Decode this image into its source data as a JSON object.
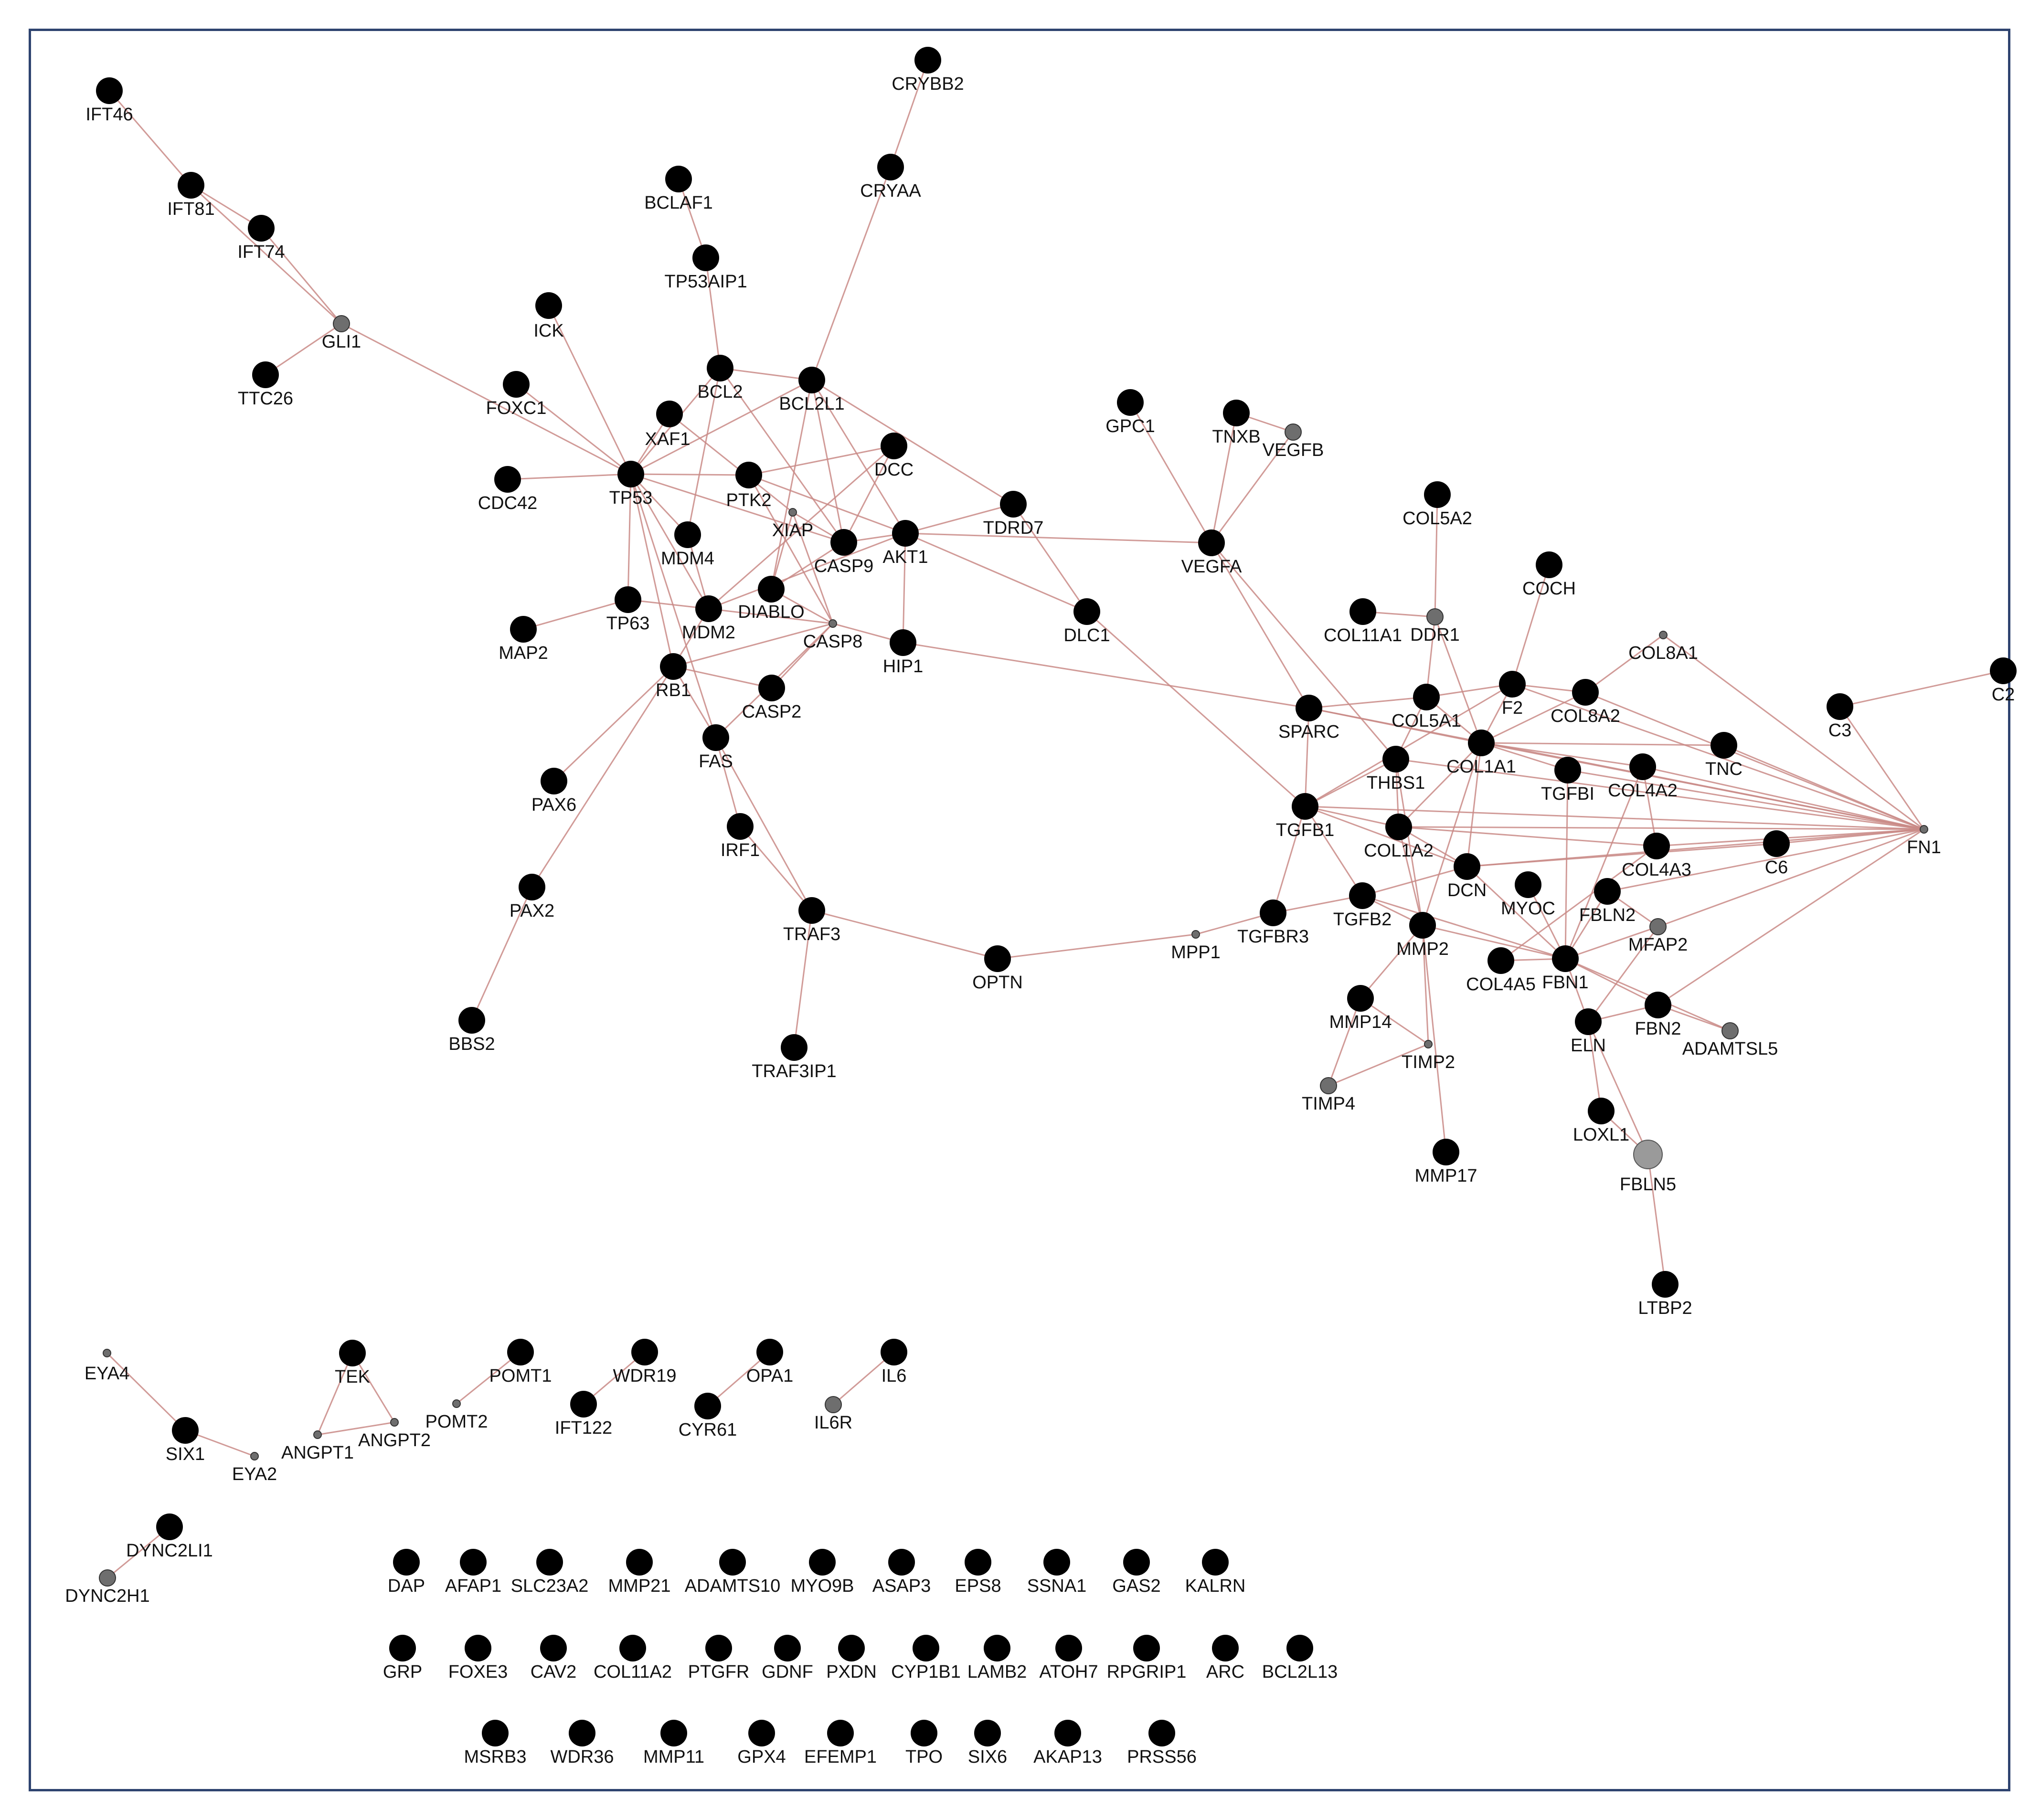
{
  "figure": {
    "type": "gene interaction network",
    "edge_color": "#c98a86",
    "node_color": "#000000",
    "small_node_color": "#6e6e6e",
    "frame_color": "#2f4470"
  },
  "nodes": [
    {
      "id": "IFT46",
      "label": "IFT46"
    },
    {
      "id": "IFT81",
      "label": "IFT81"
    },
    {
      "id": "IFT74",
      "label": "IFT74"
    },
    {
      "id": "GLI1",
      "label": "GLI1",
      "style": "small"
    },
    {
      "id": "TTC26",
      "label": "TTC26"
    },
    {
      "id": "ICK",
      "label": "ICK"
    },
    {
      "id": "FOXC1",
      "label": "FOXC1"
    },
    {
      "id": "CDC42",
      "label": "CDC42"
    },
    {
      "id": "TP53",
      "label": "TP53"
    },
    {
      "id": "XAF1",
      "label": "XAF1"
    },
    {
      "id": "BCL2",
      "label": "BCL2"
    },
    {
      "id": "BCL2L1",
      "label": "BCL2L1"
    },
    {
      "id": "BCLAF1",
      "label": "BCLAF1"
    },
    {
      "id": "TP53AIP1",
      "label": "TP53AIP1"
    },
    {
      "id": "CRYBB2",
      "label": "CRYBB2"
    },
    {
      "id": "CRYAA",
      "label": "CRYAA"
    },
    {
      "id": "PTK2",
      "label": "PTK2"
    },
    {
      "id": "XIAP",
      "label": "XIAP",
      "style": "tiny"
    },
    {
      "id": "DCC",
      "label": "DCC"
    },
    {
      "id": "MDM4",
      "label": "MDM4"
    },
    {
      "id": "CASP9",
      "label": "CASP9"
    },
    {
      "id": "AKT1",
      "label": "AKT1"
    },
    {
      "id": "TDRD7",
      "label": "TDRD7"
    },
    {
      "id": "DIABLO",
      "label": "DIABLO"
    },
    {
      "id": "TP63",
      "label": "TP63"
    },
    {
      "id": "MDM2",
      "label": "MDM2"
    },
    {
      "id": "CASP8",
      "label": "CASP8",
      "style": "tiny"
    },
    {
      "id": "HIP1",
      "label": "HIP1"
    },
    {
      "id": "MAP2",
      "label": "MAP2"
    },
    {
      "id": "RB1",
      "label": "RB1"
    },
    {
      "id": "CASP2",
      "label": "CASP2"
    },
    {
      "id": "FAS",
      "label": "FAS"
    },
    {
      "id": "DLC1",
      "label": "DLC1"
    },
    {
      "id": "PAX6",
      "label": "PAX6"
    },
    {
      "id": "IRF1",
      "label": "IRF1"
    },
    {
      "id": "PAX2",
      "label": "PAX2"
    },
    {
      "id": "TRAF3",
      "label": "TRAF3"
    },
    {
      "id": "OPTN",
      "label": "OPTN"
    },
    {
      "id": "MPP1",
      "label": "MPP1",
      "style": "tiny"
    },
    {
      "id": "BBS2",
      "label": "BBS2"
    },
    {
      "id": "TRAF3IP1",
      "label": "TRAF3IP1"
    },
    {
      "id": "GPC1",
      "label": "GPC1"
    },
    {
      "id": "TNXB",
      "label": "TNXB"
    },
    {
      "id": "VEGFB",
      "label": "VEGFB",
      "style": "small"
    },
    {
      "id": "VEGFA",
      "label": "VEGFA"
    },
    {
      "id": "COL5A2",
      "label": "COL5A2"
    },
    {
      "id": "COCH",
      "label": "COCH"
    },
    {
      "id": "COL11A1",
      "label": "COL11A1"
    },
    {
      "id": "DDR1",
      "label": "DDR1",
      "style": "small"
    },
    {
      "id": "COL8A1",
      "label": "COL8A1",
      "style": "tiny"
    },
    {
      "id": "C2",
      "label": "C2"
    },
    {
      "id": "C3",
      "label": "C3"
    },
    {
      "id": "SPARC",
      "label": "SPARC"
    },
    {
      "id": "COL5A1",
      "label": "COL5A1"
    },
    {
      "id": "F2",
      "label": "F2"
    },
    {
      "id": "COL8A2",
      "label": "COL8A2"
    },
    {
      "id": "TNC",
      "label": "TNC"
    },
    {
      "id": "THBS1",
      "label": "THBS1"
    },
    {
      "id": "COL1A1",
      "label": "COL1A1"
    },
    {
      "id": "TGFBI",
      "label": "TGFBI"
    },
    {
      "id": "COL4A2",
      "label": "COL4A2"
    },
    {
      "id": "FN1",
      "label": "FN1",
      "style": "tiny"
    },
    {
      "id": "TGFB1",
      "label": "TGFB1"
    },
    {
      "id": "COL1A2",
      "label": "COL1A2"
    },
    {
      "id": "DCN",
      "label": "DCN"
    },
    {
      "id": "COL4A3",
      "label": "COL4A3"
    },
    {
      "id": "C6",
      "label": "C6"
    },
    {
      "id": "MYOC",
      "label": "MYOC"
    },
    {
      "id": "FBLN2",
      "label": "FBLN2"
    },
    {
      "id": "TGFBR3",
      "label": "TGFBR3"
    },
    {
      "id": "TGFB2",
      "label": "TGFB2"
    },
    {
      "id": "MMP2",
      "label": "MMP2"
    },
    {
      "id": "MFAP2",
      "label": "MFAP2",
      "style": "small"
    },
    {
      "id": "COL4A5",
      "label": "COL4A5"
    },
    {
      "id": "FBN1",
      "label": "FBN1"
    },
    {
      "id": "MMP14",
      "label": "MMP14"
    },
    {
      "id": "FBN2",
      "label": "FBN2"
    },
    {
      "id": "ADAMTSL5",
      "label": "ADAMTSL5",
      "style": "small"
    },
    {
      "id": "ELN",
      "label": "ELN"
    },
    {
      "id": "TIMP2",
      "label": "TIMP2",
      "style": "tiny"
    },
    {
      "id": "TIMP4",
      "label": "TIMP4",
      "style": "small"
    },
    {
      "id": "LOXL1",
      "label": "LOXL1"
    },
    {
      "id": "FBLN5",
      "label": "FBLN5",
      "style": "big-grey"
    },
    {
      "id": "MMP17",
      "label": "MMP17"
    },
    {
      "id": "LTBP2",
      "label": "LTBP2"
    },
    {
      "id": "EYA4",
      "label": "EYA4",
      "style": "tiny"
    },
    {
      "id": "SIX1",
      "label": "SIX1"
    },
    {
      "id": "EYA2",
      "label": "EYA2",
      "style": "tiny"
    },
    {
      "id": "TEK",
      "label": "TEK"
    },
    {
      "id": "ANGPT1",
      "label": "ANGPT1",
      "style": "tiny"
    },
    {
      "id": "ANGPT2",
      "label": "ANGPT2",
      "style": "tiny"
    },
    {
      "id": "POMT1",
      "label": "POMT1"
    },
    {
      "id": "POMT2",
      "label": "POMT2",
      "style": "tiny"
    },
    {
      "id": "WDR19",
      "label": "WDR19"
    },
    {
      "id": "IFT122",
      "label": "IFT122"
    },
    {
      "id": "OPA1",
      "label": "OPA1"
    },
    {
      "id": "CYR61",
      "label": "CYR61"
    },
    {
      "id": "IL6",
      "label": "IL6"
    },
    {
      "id": "IL6R",
      "label": "IL6R",
      "style": "small"
    },
    {
      "id": "DYNC2LI1",
      "label": "DYNC2LI1"
    },
    {
      "id": "DYNC2H1",
      "label": "DYNC2H1",
      "style": "small"
    },
    {
      "id": "DAP",
      "label": "DAP"
    },
    {
      "id": "AFAP1",
      "label": "AFAP1"
    },
    {
      "id": "SLC23A2",
      "label": "SLC23A2"
    },
    {
      "id": "MMP21",
      "label": "MMP21"
    },
    {
      "id": "ADAMTS10",
      "label": "ADAMTS10"
    },
    {
      "id": "MYO9B",
      "label": "MYO9B"
    },
    {
      "id": "ASAP3",
      "label": "ASAP3"
    },
    {
      "id": "EPS8",
      "label": "EPS8"
    },
    {
      "id": "SSNA1",
      "label": "SSNA1"
    },
    {
      "id": "GAS2",
      "label": "GAS2"
    },
    {
      "id": "KALRN",
      "label": "KALRN"
    },
    {
      "id": "GRP",
      "label": "GRP"
    },
    {
      "id": "FOXE3",
      "label": "FOXE3"
    },
    {
      "id": "CAV2",
      "label": "CAV2"
    },
    {
      "id": "COL11A2",
      "label": "COL11A2"
    },
    {
      "id": "PTGFR",
      "label": "PTGFR"
    },
    {
      "id": "GDNF",
      "label": "GDNF"
    },
    {
      "id": "PXDN",
      "label": "PXDN"
    },
    {
      "id": "CYP1B1",
      "label": "CYP1B1"
    },
    {
      "id": "LAMB2",
      "label": "LAMB2"
    },
    {
      "id": "ATOH7",
      "label": "ATOH7"
    },
    {
      "id": "RPGRIP1",
      "label": "RPGRIP1"
    },
    {
      "id": "ARC",
      "label": "ARC"
    },
    {
      "id": "BCL2L13",
      "label": "BCL2L13"
    },
    {
      "id": "MSRB3",
      "label": "MSRB3"
    },
    {
      "id": "WDR36",
      "label": "WDR36"
    },
    {
      "id": "MMP11",
      "label": "MMP11"
    },
    {
      "id": "GPX4",
      "label": "GPX4"
    },
    {
      "id": "EFEMP1",
      "label": "EFEMP1"
    },
    {
      "id": "TPO",
      "label": "TPO"
    },
    {
      "id": "SIX6",
      "label": "SIX6"
    },
    {
      "id": "AKAP13",
      "label": "AKAP13"
    },
    {
      "id": "PRSS56",
      "label": "PRSS56"
    }
  ],
  "edges": [
    [
      "IFT46",
      "IFT81"
    ],
    [
      "IFT81",
      "IFT74"
    ],
    [
      "IFT81",
      "GLI1"
    ],
    [
      "IFT74",
      "GLI1"
    ],
    [
      "TTC26",
      "GLI1"
    ],
    [
      "GLI1",
      "TP53"
    ],
    [
      "ICK",
      "TP53"
    ],
    [
      "FOXC1",
      "TP53"
    ],
    [
      "CDC42",
      "TP53"
    ],
    [
      "XAF1",
      "TP53"
    ],
    [
      "TP53",
      "PTK2"
    ],
    [
      "TP53",
      "MDM4"
    ],
    [
      "TP53",
      "MDM2"
    ],
    [
      "TP53",
      "TP63"
    ],
    [
      "TP53",
      "RB1"
    ],
    [
      "TP53",
      "FAS"
    ],
    [
      "TP53",
      "CASP9"
    ],
    [
      "TP53",
      "BCL2"
    ],
    [
      "TP53",
      "BCL2L1"
    ],
    [
      "BCLAF1",
      "TP53AIP1"
    ],
    [
      "TP53AIP1",
      "BCL2"
    ],
    [
      "CRYBB2",
      "CRYAA"
    ],
    [
      "CRYAA",
      "BCL2L1"
    ],
    [
      "BCL2",
      "BCL2L1"
    ],
    [
      "BCL2",
      "CASP9"
    ],
    [
      "BCL2",
      "MDM4"
    ],
    [
      "BCL2L1",
      "CASP9"
    ],
    [
      "BCL2L1",
      "AKT1"
    ],
    [
      "BCL2L1",
      "TDRD7"
    ],
    [
      "BCL2L1",
      "DIABLO"
    ],
    [
      "XAF1",
      "XIAP"
    ],
    [
      "PTK2",
      "AKT1"
    ],
    [
      "PTK2",
      "CASP8"
    ],
    [
      "PTK2",
      "DCC"
    ],
    [
      "XIAP",
      "CASP9"
    ],
    [
      "XIAP",
      "DIABLO"
    ],
    [
      "XIAP",
      "CASP8"
    ],
    [
      "DCC",
      "CASP9"
    ],
    [
      "DCC",
      "MDM2"
    ],
    [
      "MDM4",
      "MDM2"
    ],
    [
      "MDM2",
      "AKT1"
    ],
    [
      "MDM2",
      "CASP8"
    ],
    [
      "MDM2",
      "RB1"
    ],
    [
      "CASP9",
      "AKT1"
    ],
    [
      "CASP9",
      "DIABLO"
    ],
    [
      "AKT1",
      "HIP1"
    ],
    [
      "AKT1",
      "DLC1"
    ],
    [
      "AKT1",
      "VEGFA"
    ],
    [
      "AKT1",
      "TDRD7"
    ],
    [
      "TDRD7",
      "DLC1"
    ],
    [
      "DIABLO",
      "CASP8"
    ],
    [
      "TP63",
      "MAP2"
    ],
    [
      "TP63",
      "MDM2"
    ],
    [
      "CASP8",
      "CASP2"
    ],
    [
      "CASP8",
      "RB1"
    ],
    [
      "CASP8",
      "FAS"
    ],
    [
      "CASP8",
      "HIP1"
    ],
    [
      "HIP1",
      "SPARC"
    ],
    [
      "RB1",
      "CASP2"
    ],
    [
      "RB1",
      "PAX6"
    ],
    [
      "RB1",
      "PAX2"
    ],
    [
      "RB1",
      "FAS"
    ],
    [
      "PAX2",
      "BBS2"
    ],
    [
      "FAS",
      "IRF1"
    ],
    [
      "FAS",
      "TRAF3"
    ],
    [
      "IRF1",
      "TRAF3"
    ],
    [
      "TRAF3",
      "TRAF3IP1"
    ],
    [
      "TRAF3",
      "OPTN"
    ],
    [
      "OPTN",
      "MPP1"
    ],
    [
      "MPP1",
      "TGFBR3"
    ],
    [
      "DLC1",
      "TGFB1"
    ],
    [
      "GPC1",
      "VEGFA"
    ],
    [
      "TNXB",
      "VEGFA"
    ],
    [
      "TNXB",
      "VEGFB"
    ],
    [
      "VEGFB",
      "VEGFA"
    ],
    [
      "VEGFA",
      "SPARC"
    ],
    [
      "VEGFA",
      "THBS1"
    ],
    [
      "COL5A2",
      "DDR1"
    ],
    [
      "COL11A1",
      "DDR1"
    ],
    [
      "DDR1",
      "COL1A1"
    ],
    [
      "DDR1",
      "COL5A1"
    ],
    [
      "COCH",
      "F2"
    ],
    [
      "COL8A1",
      "COL8A2"
    ],
    [
      "COL8A1",
      "FN1"
    ],
    [
      "C2",
      "C3"
    ],
    [
      "C3",
      "FN1"
    ],
    [
      "SPARC",
      "COL1A1"
    ],
    [
      "SPARC",
      "TGFB1"
    ],
    [
      "SPARC",
      "COL5A1"
    ],
    [
      "SPARC",
      "FN1"
    ],
    [
      "COL5A1",
      "COL1A1"
    ],
    [
      "COL5A1",
      "THBS1"
    ],
    [
      "COL5A1",
      "F2"
    ],
    [
      "F2",
      "COL8A2"
    ],
    [
      "F2",
      "COL1A1"
    ],
    [
      "F2",
      "FN1"
    ],
    [
      "F2",
      "TGFB1"
    ],
    [
      "COL8A2",
      "FN1"
    ],
    [
      "COL8A2",
      "COL1A1"
    ],
    [
      "TNC",
      "FN1"
    ],
    [
      "TNC",
      "COL1A1"
    ],
    [
      "THBS1",
      "TGFB1"
    ],
    [
      "THBS1",
      "COL1A2"
    ],
    [
      "THBS1",
      "FN1"
    ],
    [
      "THBS1",
      "MMP2"
    ],
    [
      "COL1A1",
      "COL1A2"
    ],
    [
      "COL1A1",
      "TGFBI"
    ],
    [
      "COL1A1",
      "COL4A2"
    ],
    [
      "COL1A1",
      "FN1"
    ],
    [
      "COL1A1",
      "DCN"
    ],
    [
      "COL1A1",
      "MMP2"
    ],
    [
      "TGFBI",
      "FN1"
    ],
    [
      "TGFBI",
      "FBN1"
    ],
    [
      "COL4A2",
      "COL4A3"
    ],
    [
      "COL4A2",
      "FN1"
    ],
    [
      "COL4A2",
      "FBN1"
    ],
    [
      "TGFB1",
      "COL1A2"
    ],
    [
      "TGFB1",
      "TGFBR3"
    ],
    [
      "TGFB1",
      "DCN"
    ],
    [
      "TGFB1",
      "FN1"
    ],
    [
      "TGFB1",
      "TGFB2"
    ],
    [
      "COL1A2",
      "DCN"
    ],
    [
      "COL1A2",
      "FN1"
    ],
    [
      "COL1A2",
      "MMP2"
    ],
    [
      "COL1A2",
      "COL4A3"
    ],
    [
      "DCN",
      "C6"
    ],
    [
      "DCN",
      "FN1"
    ],
    [
      "DCN",
      "FBN1"
    ],
    [
      "DCN",
      "TGFB2"
    ],
    [
      "COL4A3",
      "FN1"
    ],
    [
      "COL4A3",
      "COL4A5"
    ],
    [
      "C6",
      "FN1"
    ],
    [
      "MYOC",
      "FBN1"
    ],
    [
      "FBLN2",
      "FN1"
    ],
    [
      "FBLN2",
      "FBN1"
    ],
    [
      "FBLN2",
      "MFAP2"
    ],
    [
      "TGFBR3",
      "TGFB2"
    ],
    [
      "TGFB2",
      "MMP2"
    ],
    [
      "TGFB2",
      "FBN1"
    ],
    [
      "MMP2",
      "MMP14"
    ],
    [
      "MMP2",
      "TIMP2"
    ],
    [
      "MMP2",
      "MMP17"
    ],
    [
      "MMP2",
      "FBN1"
    ],
    [
      "MMP14",
      "TIMP4"
    ],
    [
      "MMP14",
      "TIMP2"
    ],
    [
      "TIMP2",
      "TIMP4"
    ],
    [
      "MFAP2",
      "FBN1"
    ],
    [
      "MFAP2",
      "ELN"
    ],
    [
      "MFAP2",
      "FN1"
    ],
    [
      "FBN1",
      "FBN2"
    ],
    [
      "FBN1",
      "ELN"
    ],
    [
      "FBN1",
      "ADAMTSL5"
    ],
    [
      "FBN1",
      "COL4A5"
    ],
    [
      "FBN2",
      "ADAMTSL5"
    ],
    [
      "FBN2",
      "FN1"
    ],
    [
      "FBN2",
      "ELN"
    ],
    [
      "ELN",
      "LOXL1"
    ],
    [
      "ELN",
      "FBLN5"
    ],
    [
      "LOXL1",
      "FBLN5"
    ],
    [
      "FBLN5",
      "LTBP2"
    ],
    [
      "EYA4",
      "SIX1"
    ],
    [
      "SIX1",
      "EYA2"
    ],
    [
      "TEK",
      "ANGPT1"
    ],
    [
      "TEK",
      "ANGPT2"
    ],
    [
      "ANGPT1",
      "ANGPT2"
    ],
    [
      "POMT1",
      "POMT2"
    ],
    [
      "WDR19",
      "IFT122"
    ],
    [
      "OPA1",
      "CYR61"
    ],
    [
      "IL6",
      "IL6R"
    ],
    [
      "DYNC2LI1",
      "DYNC2H1"
    ]
  ]
}
